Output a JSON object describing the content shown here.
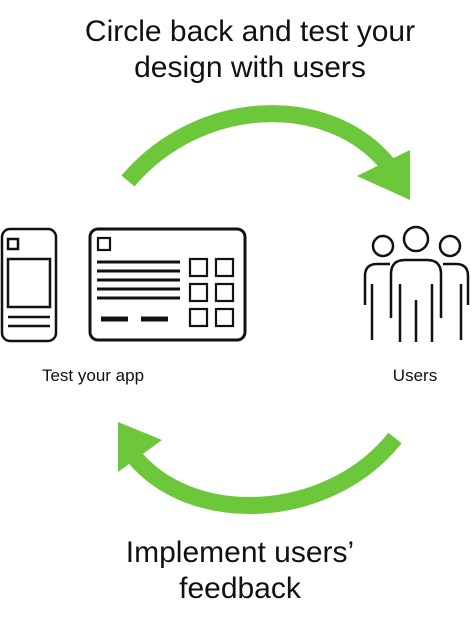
{
  "top_caption": {
    "line1": "Circle back and test your",
    "line2": "design with users"
  },
  "left_label": "Test your app",
  "right_label": "Users",
  "bottom_caption": {
    "line1": "Implement users’",
    "line2": "feedback"
  },
  "colors": {
    "arrow": "#6cc73a",
    "outline": "#111111"
  },
  "icons": [
    "phone-icon",
    "tablet-wireframe-icon",
    "users-group-icon",
    "arrow-right-curved",
    "arrow-left-curved"
  ]
}
